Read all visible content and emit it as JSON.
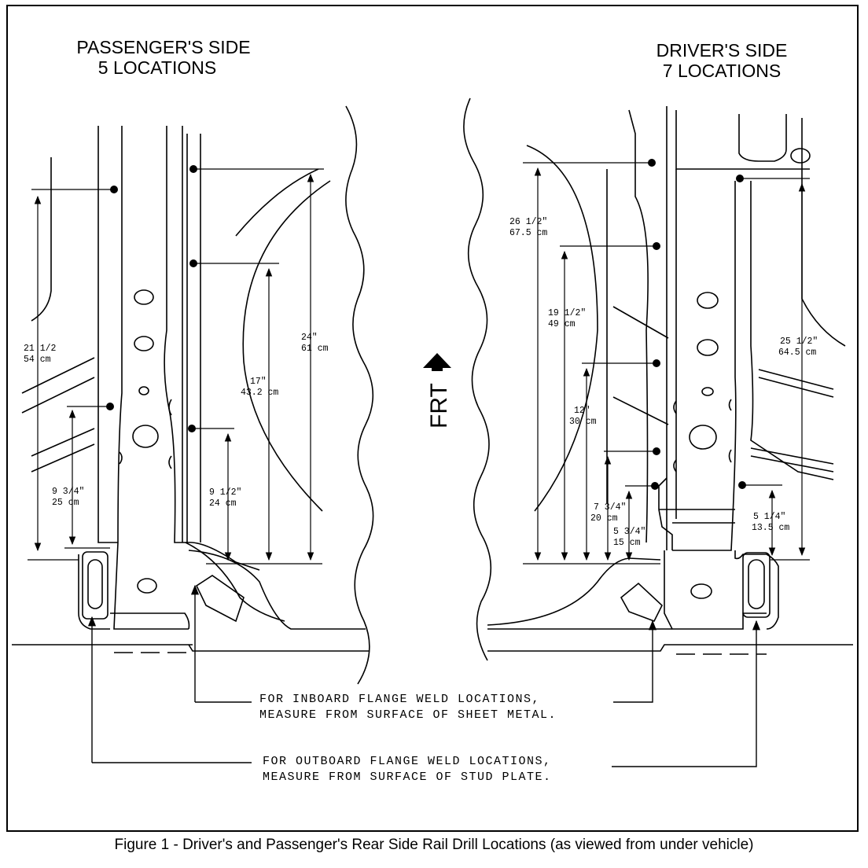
{
  "passenger": {
    "title": "PASSENGER'S SIDE",
    "subtitle": "5 LOCATIONS"
  },
  "driver": {
    "title": "DRIVER'S SIDE",
    "subtitle": "7 LOCATIONS"
  },
  "direction_label": "FRT",
  "passenger_dims": [
    {
      "in": "21 1/2",
      "cm": "54 cm"
    },
    {
      "in": "24\"",
      "cm": "61 cm"
    },
    {
      "in": "17\"",
      "cm": "43.2 cm"
    },
    {
      "in": "9 3/4\"",
      "cm": "25 cm"
    },
    {
      "in": "9 1/2\"",
      "cm": "24 cm"
    }
  ],
  "driver_dims": [
    {
      "in": "26 1/2\"",
      "cm": "67.5 cm"
    },
    {
      "in": "19 1/2\"",
      "cm": "49 cm"
    },
    {
      "in": "12\"",
      "cm": "30 cm"
    },
    {
      "in": "7 3/4\"",
      "cm": "20 cm"
    },
    {
      "in": "5 3/4\"",
      "cm": "15 cm"
    },
    {
      "in": "25 1/2\"",
      "cm": "64.5 cm"
    },
    {
      "in": "5 1/4\"",
      "cm": "13.5 cm"
    }
  ],
  "notes": {
    "inboard_line1": "FOR INBOARD FLANGE WELD LOCATIONS,",
    "inboard_line2": "MEASURE FROM SURFACE OF SHEET METAL.",
    "outboard_line1": "FOR OUTBOARD FLANGE WELD LOCATIONS,",
    "outboard_line2": "MEASURE FROM SURFACE OF STUD PLATE."
  },
  "caption": "Figure 1 - Driver's and Passenger's Rear Side Rail Drill Locations (as viewed from under vehicle)"
}
